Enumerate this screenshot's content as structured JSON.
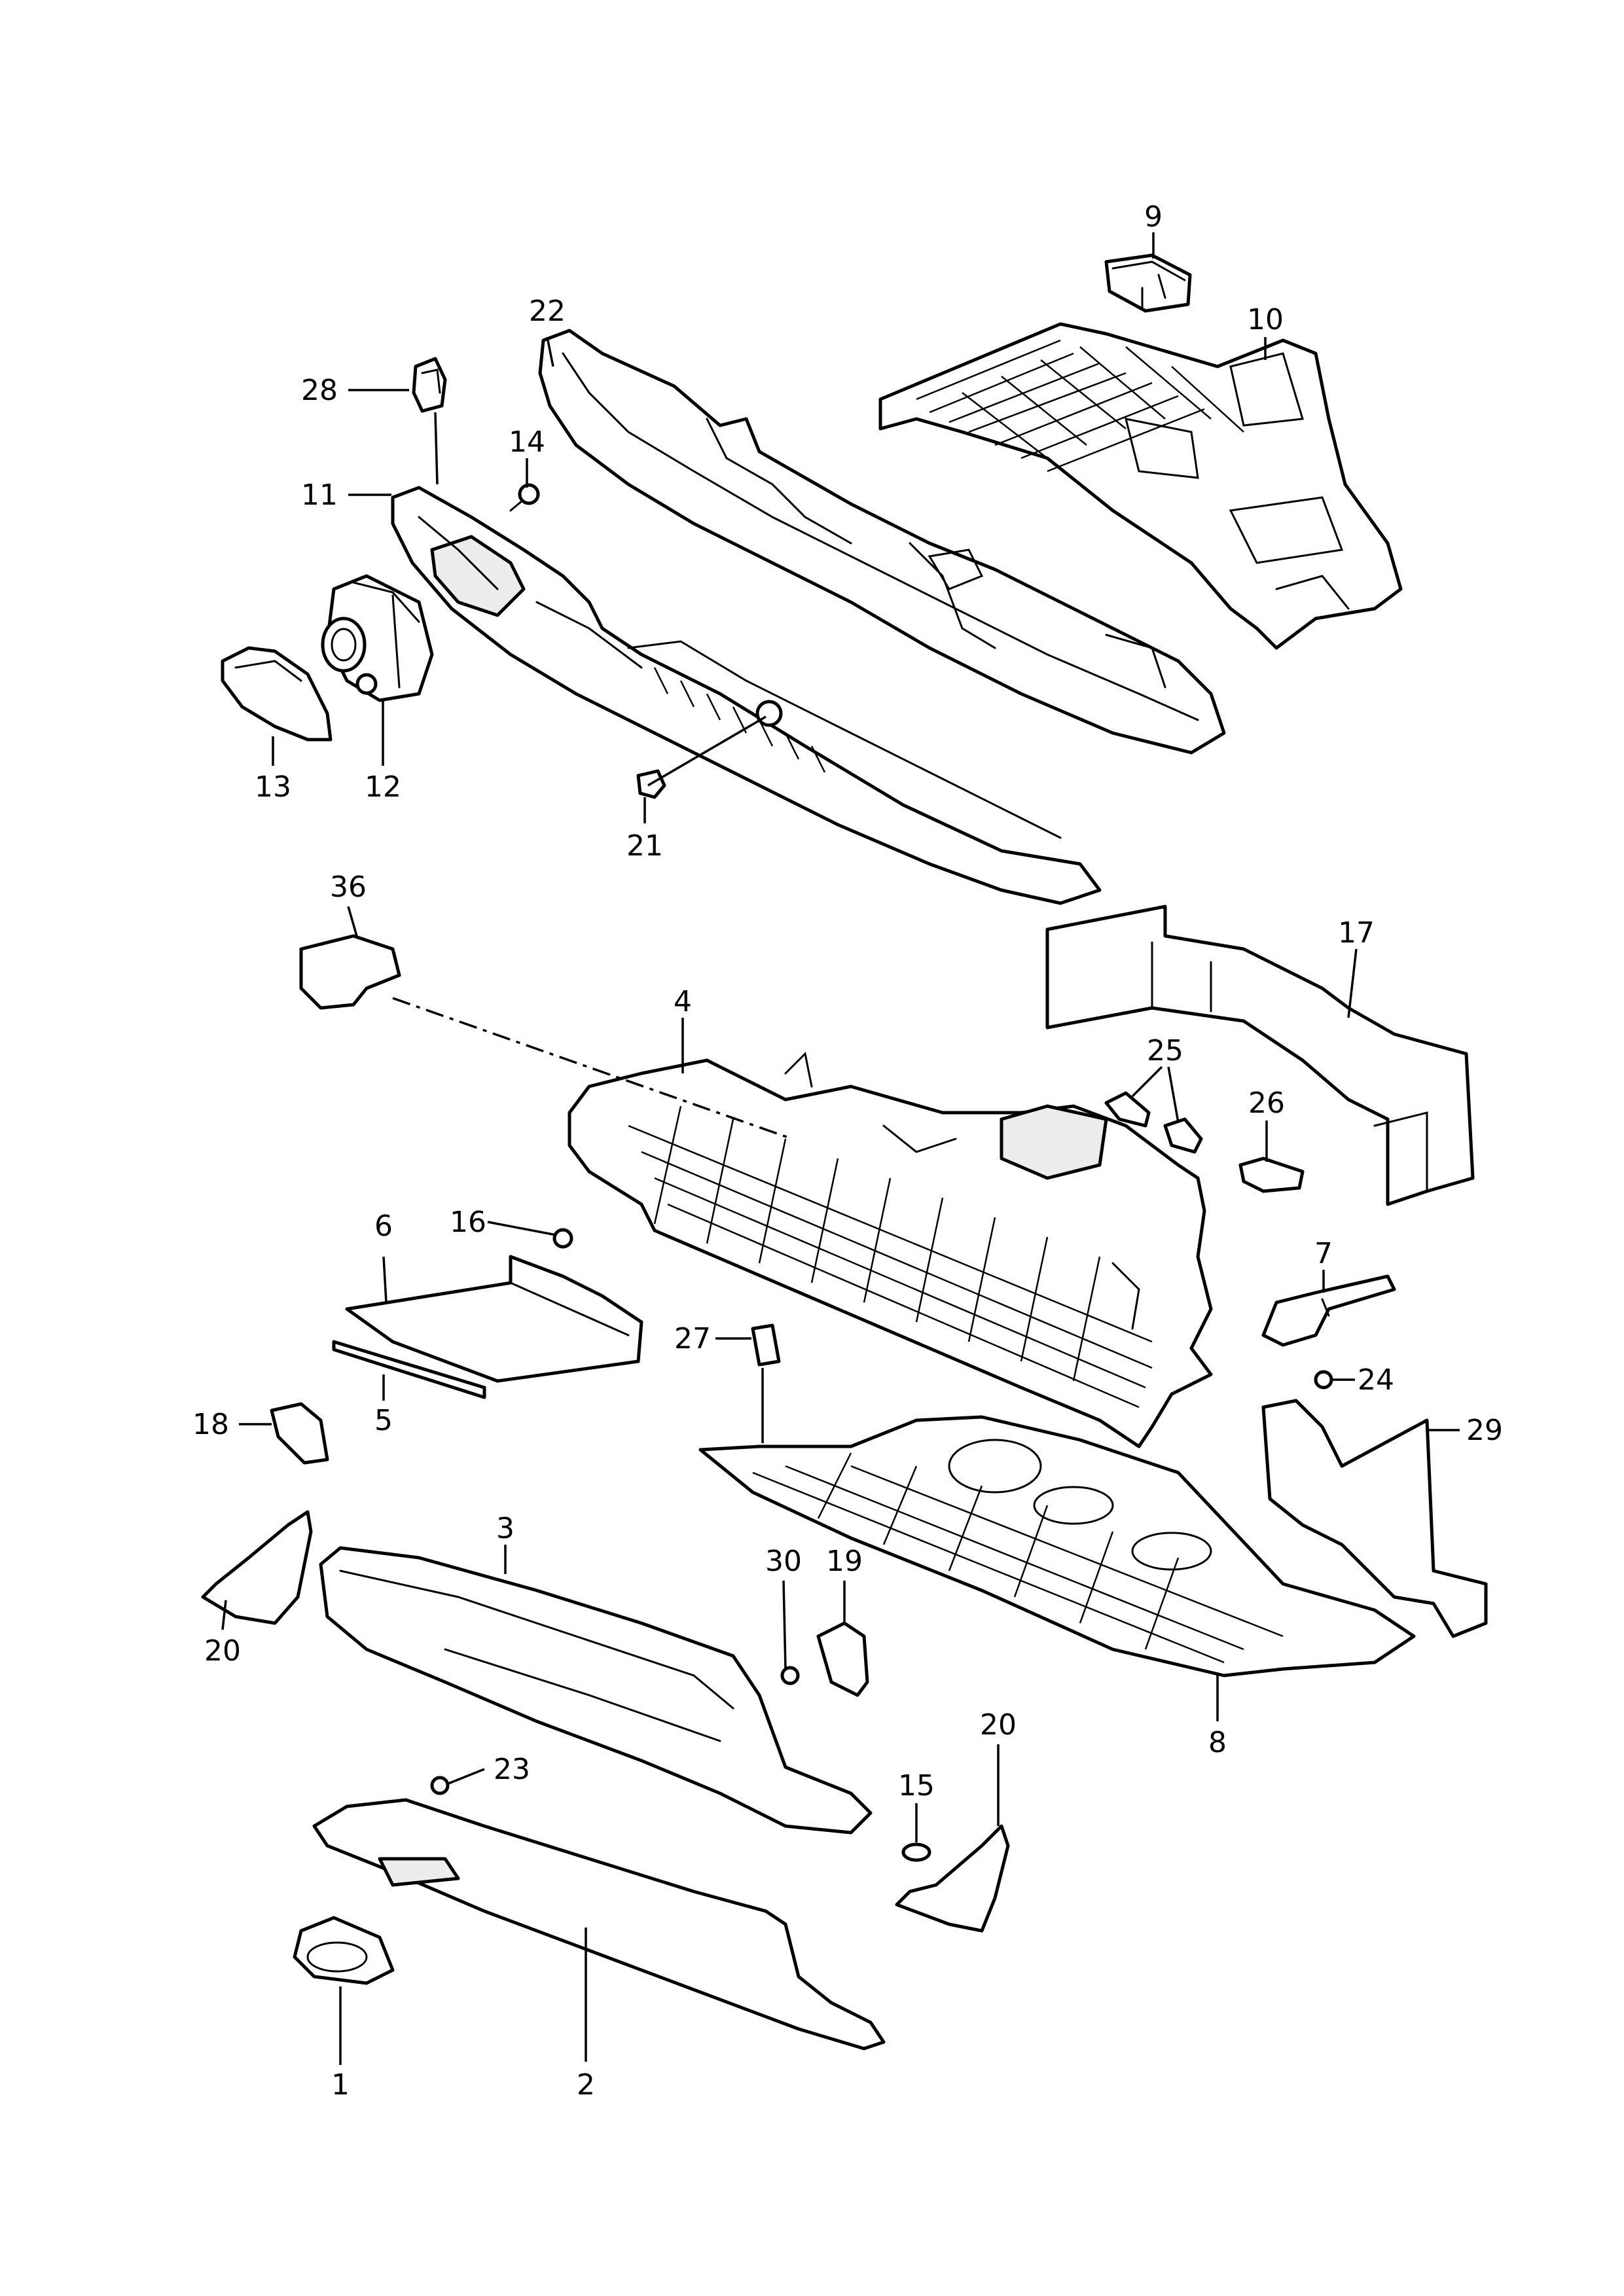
{
  "callouts": {
    "c1": "1",
    "c2": "2",
    "c3": "3",
    "c4": "4",
    "c5": "5",
    "c6": "6",
    "c7": "7",
    "c8": "8",
    "c9": "9",
    "c10": "10",
    "c11": "11",
    "c12": "12",
    "c13": "13",
    "c14": "14",
    "c15": "15",
    "c16": "16",
    "c17": "17",
    "c18": "18",
    "c19": "19",
    "c20a": "20",
    "c20b": "20",
    "c21": "21",
    "c22": "22",
    "c23": "23",
    "c24": "24",
    "c25": "25",
    "c26": "26",
    "c27": "27",
    "c28": "28",
    "c29": "29",
    "c30": "30",
    "c36": "36"
  }
}
